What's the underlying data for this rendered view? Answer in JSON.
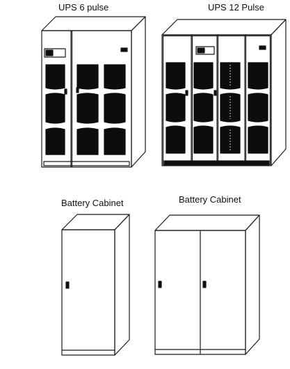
{
  "labels": {
    "ups_6_pulse": "UPS 6 pulse",
    "ups_12_pulse": "UPS 12 Pulse",
    "battery_cabinet_1": "Battery Cabinet",
    "battery_cabinet_2": "Battery Cabinet"
  },
  "colors": {
    "line": "#1a1a1a",
    "panel_fill": "#0d0d0d",
    "background": "#ffffff"
  }
}
